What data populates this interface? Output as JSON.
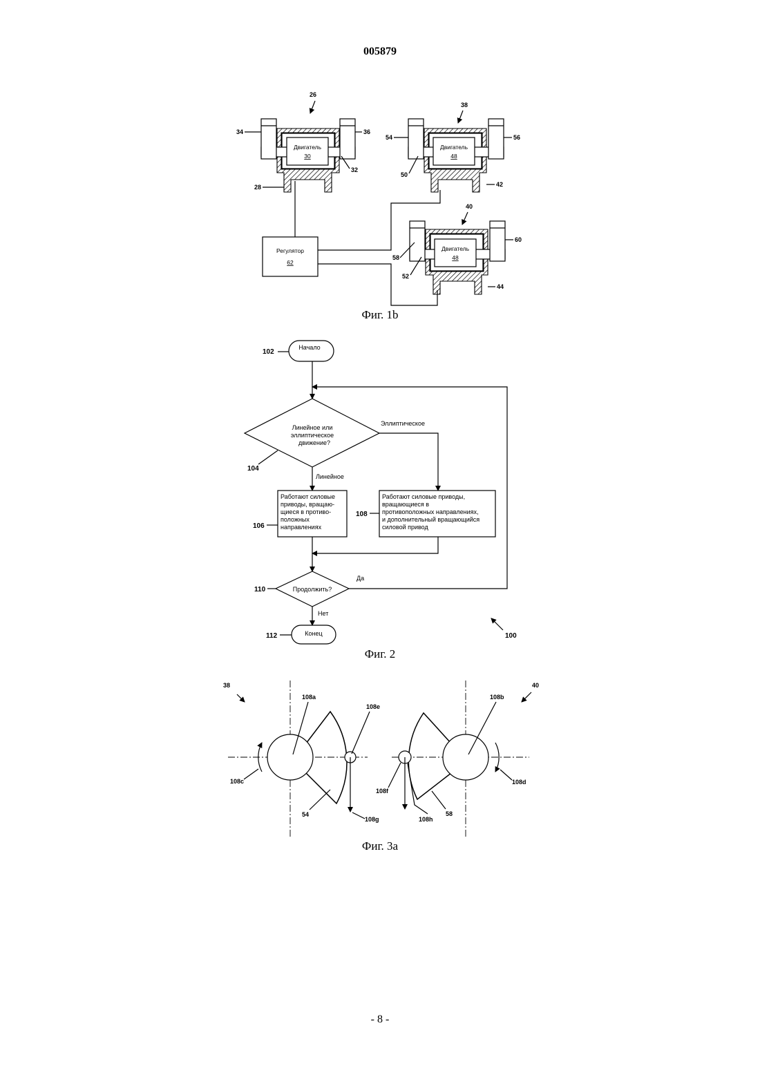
{
  "header": {
    "doc_number": "005879"
  },
  "fig1b": {
    "caption": "Фиг. 1b",
    "units": [
      {
        "ref": "26",
        "motor_label": "Двигатель",
        "motor_ref": "30",
        "refs": {
          "left_mass": "34",
          "right_mass": "36",
          "shaft": "32",
          "housing": "28"
        }
      },
      {
        "ref": "38",
        "motor_label": "Двигатель",
        "motor_ref": "48",
        "refs": {
          "left_mass": "54",
          "right_mass": "56",
          "shaft": "50",
          "housing": "42"
        }
      },
      {
        "ref": "40",
        "motor_label": "Двигатель",
        "motor_ref": "48",
        "refs": {
          "left_mass": "58",
          "right_mass": "60",
          "shaft": "52",
          "housing": "44"
        }
      }
    ],
    "regulator": {
      "label": "Регулятор",
      "ref": "62"
    }
  },
  "fig2": {
    "caption": "Фиг. 2",
    "ref": "100",
    "start": {
      "label": "Начало",
      "ref": "102"
    },
    "decision": {
      "lines": [
        "Линейное или",
        "эллиптическое",
        "движение?"
      ],
      "ref": "104"
    },
    "branch_elliptic": "Эллиптическое",
    "branch_linear": "Линейное",
    "box_linear": {
      "lines": [
        "Работают силовые",
        "приводы, вращаю-",
        "щиеся в противо-",
        "положных",
        "направлениях"
      ],
      "ref": "106"
    },
    "box_elliptic": {
      "lines": [
        "Работают силовые приводы,",
        "вращающиеся в",
        "противоположных направлениях,",
        "и дополнительный вращающийся",
        "силовой привод"
      ],
      "ref": "108"
    },
    "continue": {
      "label": "Продолжить?",
      "ref": "110",
      "yes": "Да",
      "no": "Нет"
    },
    "end": {
      "label": "Конец",
      "ref": "112"
    }
  },
  "fig3a": {
    "caption": "Фиг. 3а",
    "left": {
      "ref": "38",
      "axis": "108a",
      "rotation": "108c",
      "pin": "108e",
      "force": "108g",
      "eccentric": "54"
    },
    "right": {
      "ref": "40",
      "axis": "108b",
      "rotation": "108d",
      "pin": "108f",
      "force": "108h",
      "eccentric": "58"
    }
  },
  "footer": {
    "page_number": "- 8 -"
  }
}
